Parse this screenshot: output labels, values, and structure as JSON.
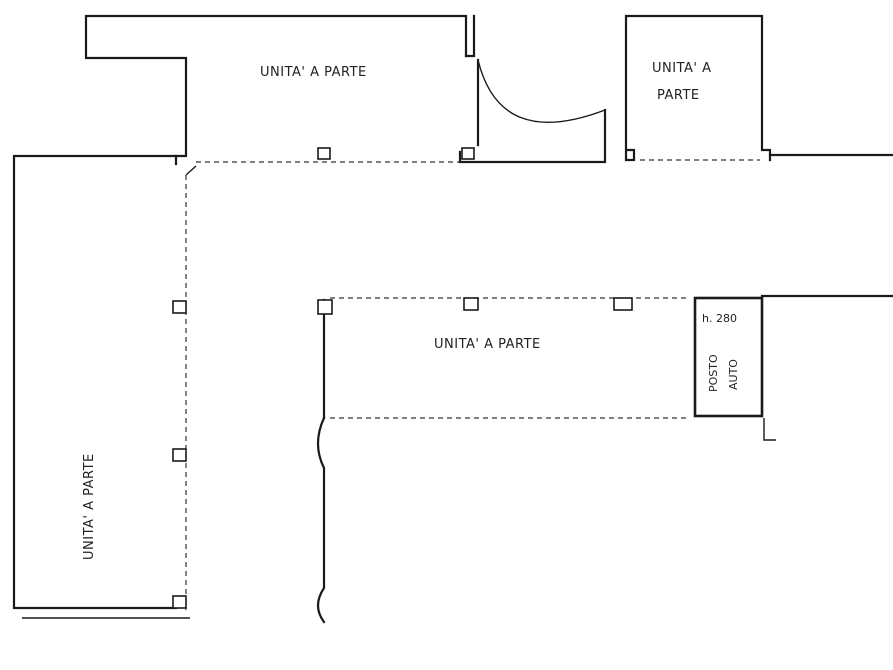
{
  "rooms": {
    "top_center": "UNITA' A PARTE",
    "top_right_line1": "UNITA' A",
    "top_right_line2": "PARTE",
    "middle": "UNITA' A PARTE",
    "left_vertical": "UNITA' A PARTE"
  },
  "parking": {
    "height_label": "h. 280",
    "label_line1": "POSTO",
    "label_line2": "AUTO"
  }
}
